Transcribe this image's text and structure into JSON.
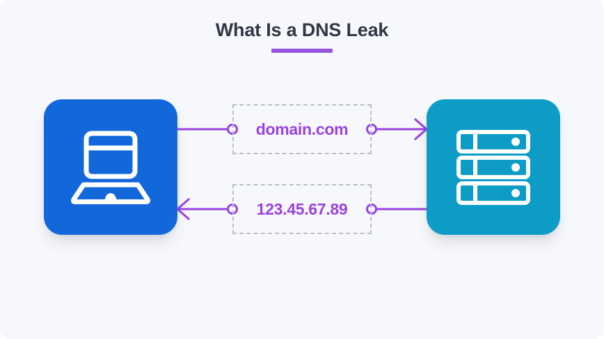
{
  "page": {
    "title": "What Is a DNS Leak",
    "background": "#f7f8fb"
  },
  "theme": {
    "accent_purple": "#9a42e0",
    "underline_purple": "#9a55e0",
    "client_blue": "#1268db",
    "server_cyan": "#0c9cc6",
    "title_navy": "#333745",
    "dash_gray": "#b9bec9",
    "icon_white": "#ffffff"
  },
  "diagram": {
    "type": "flow",
    "nodes": [
      {
        "id": "client",
        "icon": "laptop-icon",
        "color": "#1268db",
        "position": "left"
      },
      {
        "id": "dns-server",
        "icon": "server-rack-icon",
        "color": "#0c9cc6",
        "position": "right"
      }
    ],
    "flows": [
      {
        "id": "query",
        "label": "domain.com",
        "direction": "left-to-right",
        "from": "client",
        "to": "dns-server",
        "arrow": "right"
      },
      {
        "id": "response",
        "label": "123.45.67.89",
        "direction": "right-to-left",
        "from": "dns-server",
        "to": "client",
        "arrow": "left"
      }
    ]
  }
}
